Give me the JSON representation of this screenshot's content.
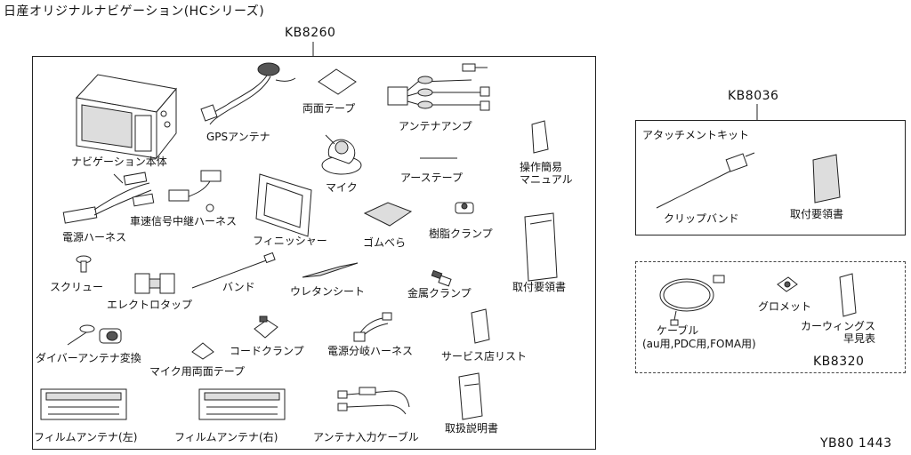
{
  "title": "日産オリジナルナビゲーション(HCシリーズ)",
  "main_kit": {
    "code": "KB8260",
    "parts": {
      "nav_unit": "ナビゲーション本体",
      "gps_antenna": "GPSアンテナ",
      "double_tape": "両面テープ",
      "antenna_amp": "アンテナアンプ",
      "earth_tape": "アーステープ",
      "manual_simple": "操作簡易\nマニュアル",
      "mic": "マイク",
      "power_harness": "電源ハーネス",
      "speed_signal_harness": "車速信号中継ハーネス",
      "finisher": "フィニッシャー",
      "rubber_sheet": "ゴムべら",
      "resin_clamp": "樹脂クランプ",
      "screw": "スクリュー",
      "band": "バンド",
      "urethane_sheet": "ウレタンシート",
      "metal_clamp": "金属クランプ",
      "install_guide": "取付要領書",
      "electro_tap": "エレクトロタップ",
      "cord_clamp": "コードクランプ",
      "power_branch_harness": "電源分岐ハーネス",
      "service_list": "サービス店リスト",
      "diversity_adapter": "ダイバーアンテナ変換",
      "mic_double_tape": "マイク用両面テープ",
      "film_antenna_left": "フィルムアンテナ(左)",
      "film_antenna_right": "フィルムアンテナ(右)",
      "antenna_input_cable": "アンテナ入力ケーブル",
      "owners_manual": "取扱説明書"
    }
  },
  "attach_kit": {
    "code": "KB8036",
    "title": "アタッチメントキット",
    "parts": {
      "clip_band": "クリップバンド",
      "install_guide": "取付要領書"
    }
  },
  "cable_kit": {
    "code": "KB8320",
    "parts": {
      "cable": "ケーブル",
      "cable_note": "(au用,PDC用,FOMA用)",
      "grommet": "グロメット",
      "car_wings_table": "カーウィングス\n早見表"
    }
  },
  "figure_code": "YB80 1443"
}
